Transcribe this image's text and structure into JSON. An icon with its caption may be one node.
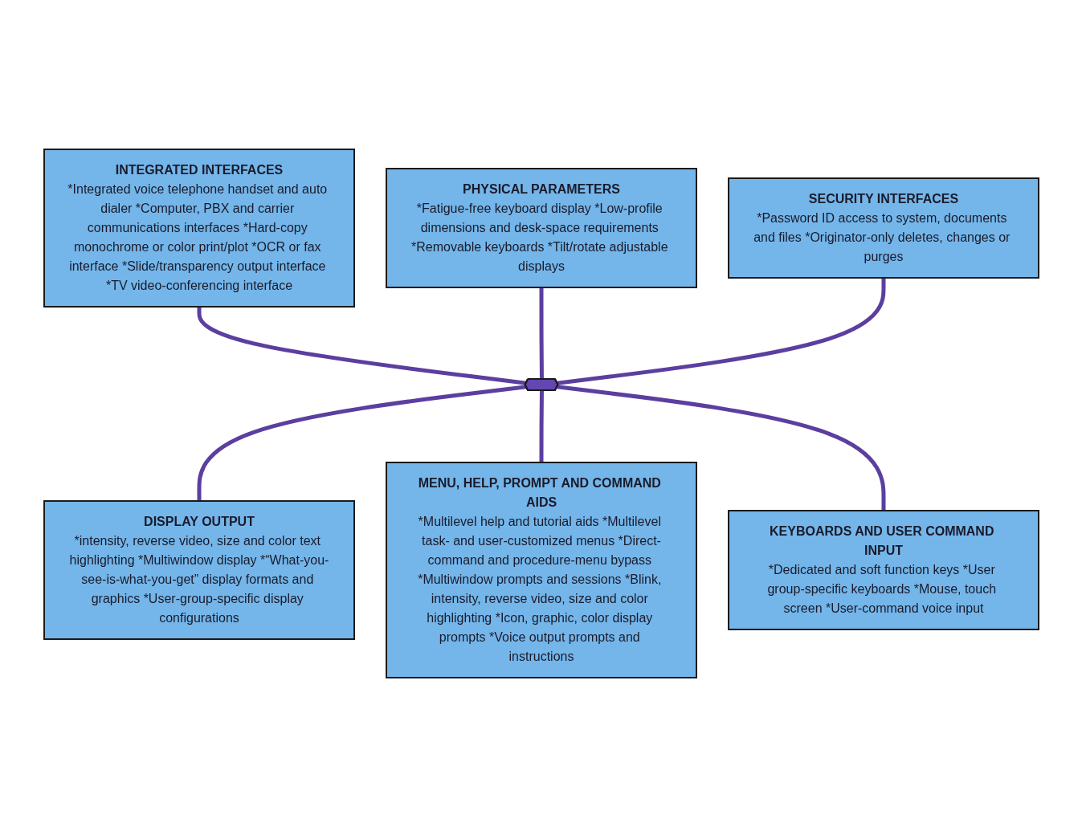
{
  "diagram": {
    "nodes": [
      {
        "text": [
          "PHYSICAL PARAMETERS",
          "*Fatigue-free keyboard display *Low-profile dimensions and desk-space requirements *Removable keyboards *Tilt/rotate adjustable displays"
        ]
      },
      {
        "text": [
          "INTEGRATED INTERFACES",
          "*Integrated voice telephone handset and auto dialer *Computer, PBX and carrier communications interfaces *Hard-copy monochrome or color print/plot *OCR or fax interface *Slide/transparency output interface *TV video-conferencing interface"
        ]
      },
      {
        "text": [
          "SECURITY INTERFACES",
          "*Password ID access to system, documents and files *Originator-only deletes, changes or purges"
        ]
      },
      {
        "text": [],
        "shape": "hexagon"
      },
      {
        "text": [
          "DISPLAY OUTPUT",
          "*intensity, reverse video, size and color text highlighting *Multiwindow display *“What-you-see-is-what-you-get” display formats and graphics *User-group-specific display configurations"
        ]
      },
      {
        "text": [
          "KEYBOARDS AND USER COMMAND INPUT",
          "*Dedicated and soft function keys *User group-specific keyboards *Mouse, touch screen *User-command voice input"
        ]
      },
      {
        "text": [
          "MENU, HELP, PROMPT AND COMMAND AIDS",
          "*Multilevel help and tutorial aids *Multilevel task- and user-customized menus *Direct-command and procedure-menu bypass *Multiwindow prompts and sessions *Blink, intensity, reverse video, size and color highlighting *Icon, graphic, color display prompts *Voice output prompts and instructions"
        ]
      }
    ],
    "edges": [
      {
        "from": 1,
        "to": 3,
        "arrow": "none"
      },
      {
        "from": 0,
        "to": 3,
        "arrow": "none"
      },
      {
        "from": 2,
        "to": 3,
        "arrow": "none"
      },
      {
        "from": 3,
        "to": 4,
        "arrow": "none"
      },
      {
        "from": 3,
        "to": 6,
        "arrow": "none"
      },
      {
        "from": 3,
        "to": 5,
        "arrow": "none"
      }
    ]
  }
}
